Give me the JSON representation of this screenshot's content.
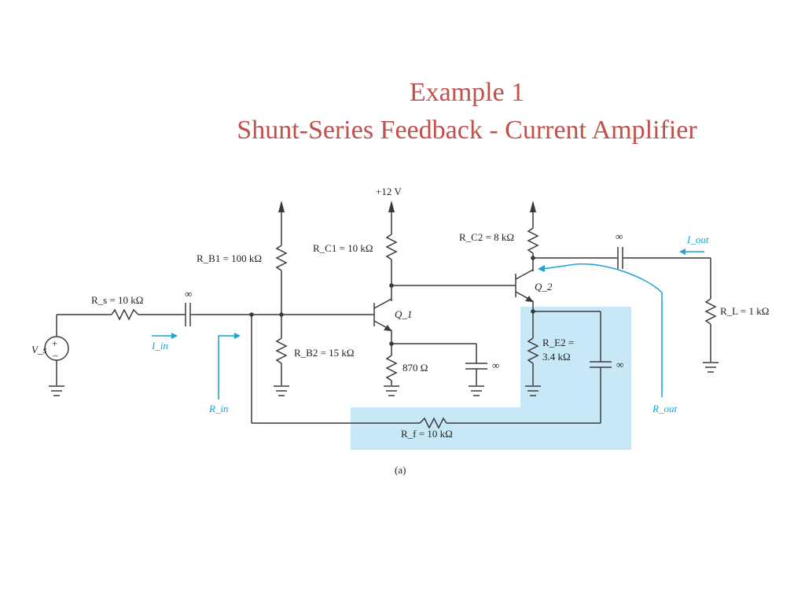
{
  "title": {
    "line1": "Example 1",
    "line2": "Shunt-Series Feedback - Current Amplifier"
  },
  "diagram": {
    "supply": "+12 V",
    "labels": {
      "rb1": "R_B1 = 100 kΩ",
      "rc1": "R_C1 = 10 kΩ",
      "rc2": "R_C2 = 8 kΩ",
      "rs": "R_s = 10 kΩ",
      "rb2": "R_B2 = 15 kΩ",
      "r870": "870 Ω",
      "re2_a": "R_E2 =",
      "re2_b": "3.4 kΩ",
      "rl": "R_L = 1 kΩ",
      "rf": "R_f = 10 kΩ",
      "vs": "V_s",
      "q1": "Q_1",
      "q2": "Q_2",
      "iin": "I_in",
      "rin": "R_in",
      "iout": "I_out",
      "rout": "R_out",
      "inf": "∞",
      "caption": "(a)"
    },
    "colors": {
      "title": "#c0504d",
      "highlight": "#c8e8f8",
      "annotation": "#1aa3d4"
    }
  }
}
